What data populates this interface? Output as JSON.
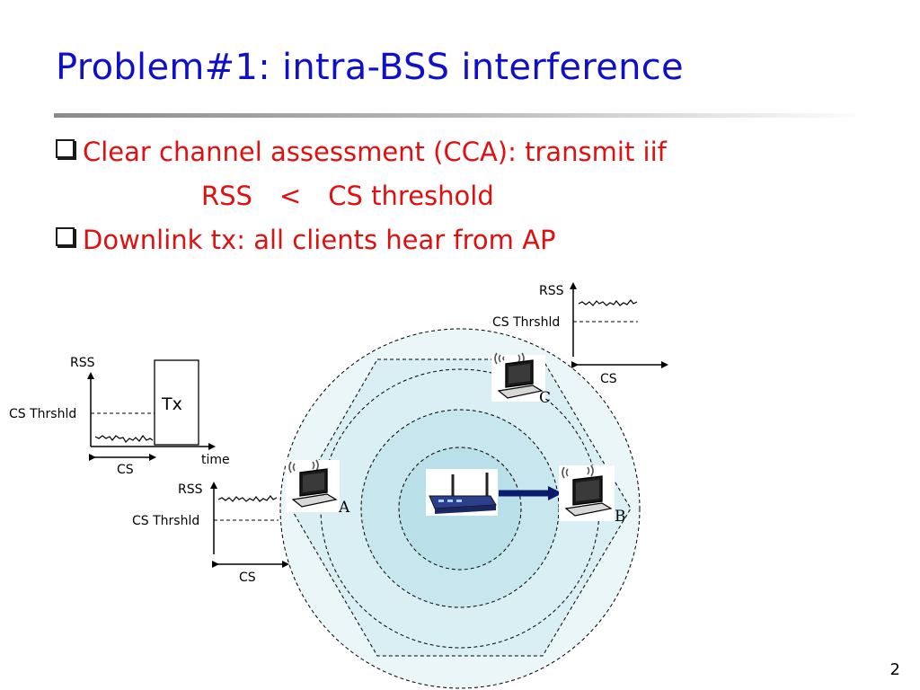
{
  "slide": {
    "title": "Problem#1: intra-BSS interference",
    "page_number": "2"
  },
  "bullets": [
    {
      "text": "Clear channel assessment (CCA): transmit iif"
    },
    {
      "text": "Downlink tx: all clients hear from AP"
    }
  ],
  "condition": {
    "left": "RSS",
    "op": "<",
    "right": "CS threshold"
  },
  "plot_left": {
    "y_label": "RSS",
    "threshold_label": "CS Thrshld",
    "x_label": "time",
    "cs_label": "CS",
    "tx_label": "Tx"
  },
  "plot_a": {
    "y_label": "RSS",
    "threshold_label": "CS Thrshld",
    "cs_label": "CS"
  },
  "plot_c": {
    "y_label": "RSS",
    "threshold_label": "CS Thrshld",
    "cs_label": "CS"
  },
  "nodes": {
    "a": "A",
    "b": "B",
    "c": "C"
  },
  "colors": {
    "title": "#1010c8",
    "bullet_text": "#e01010",
    "coverage_fill": "#cfe9ef",
    "arrow": "#0a1a6e"
  },
  "icons": {
    "bullet": "checkbox-bullet-icon",
    "access_point": "wireless-router-icon",
    "client": "wireless-laptop-icon"
  }
}
